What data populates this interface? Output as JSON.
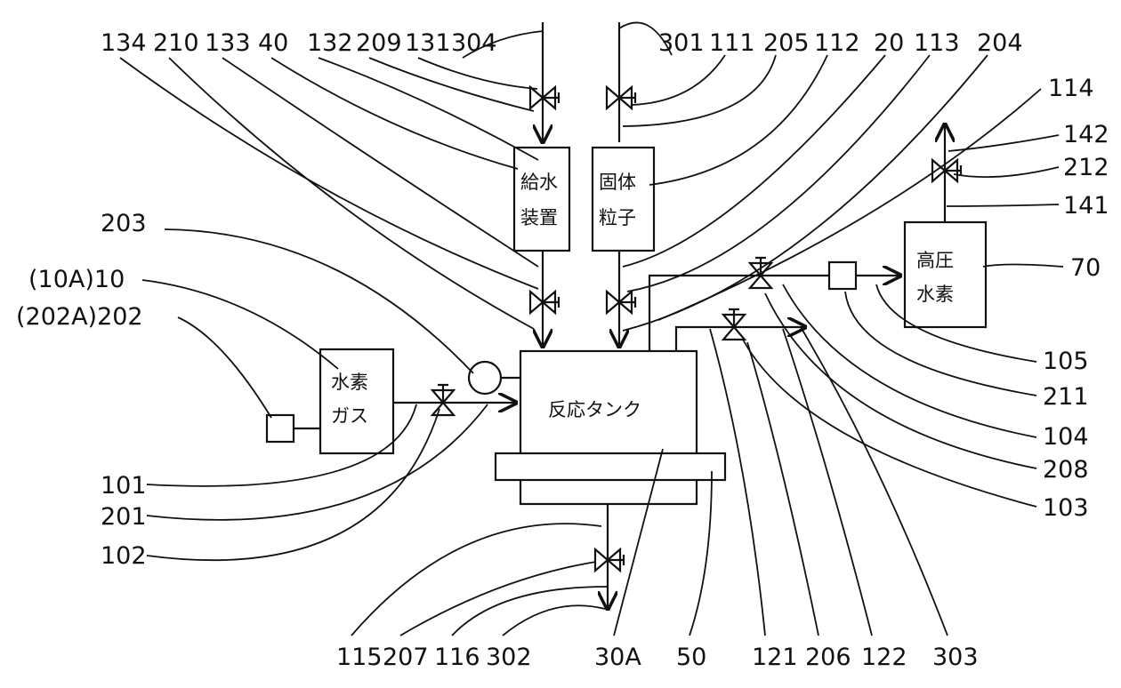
{
  "boxes": {
    "water_supply": [
      "給水",
      "装置"
    ],
    "solid_particles": [
      "固体",
      "粒子"
    ],
    "high_pressure_hydrogen": [
      "高圧",
      "水素"
    ],
    "hydrogen_gas": [
      "水素",
      "ガス"
    ],
    "reaction_tank": "反応タンク"
  },
  "labels": {
    "top": [
      "134",
      "210",
      "133",
      "40",
      "132",
      "209",
      "131",
      "304",
      "301",
      "111",
      "205",
      "112",
      "20",
      "113",
      "204"
    ],
    "right": [
      "114",
      "142",
      "212",
      "141",
      "70",
      "105",
      "211",
      "104",
      "208",
      "103"
    ],
    "left": [
      "203",
      "(10A)10",
      "(202A)202",
      "101",
      "201",
      "102"
    ],
    "bottom": [
      "115",
      "207",
      "116",
      "302",
      "30A",
      "50",
      "121",
      "206",
      "122",
      "303"
    ]
  }
}
